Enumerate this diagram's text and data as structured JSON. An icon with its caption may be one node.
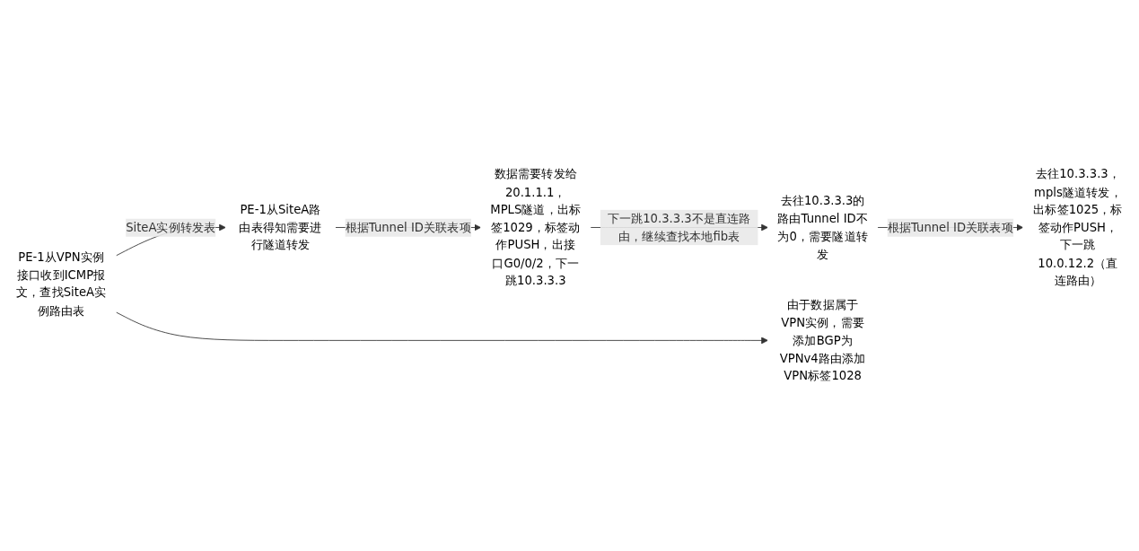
{
  "diagram": {
    "nodes": [
      {
        "text": [
          "PE-1从VPN实例接口收到ICMP报文，查找SiteA实例路由表"
        ]
      },
      {
        "text": [
          "PE-1从SiteA路由表得知需要进行隧道转发"
        ]
      },
      {
        "text": [
          "数据需要转发给20.1.1.1，MPLS隧道，出标签1029，标签动作PUSH，出接口G0/0/2，下一跳10.3.3.3"
        ]
      },
      {
        "text": [
          "去往10.3.3.3的路由Tunnel ID不为0，需要隧道转发"
        ]
      },
      {
        "text": [
          "去往10.3.3.3，mpls隧道转发，出标签1025，标签动作PUSH，下一跳10.0.12.2（直连路由）"
        ]
      },
      {
        "text": [
          "由于数据属于VPN实例，需要添加BGP为VPNv4路由添加VPN标签1028"
        ]
      }
    ],
    "edges": [
      {
        "from": 0,
        "to": 1,
        "arrow": "to",
        "label": "SiteA实例转发表"
      },
      {
        "from": 1,
        "to": 2,
        "arrow": "to",
        "label": "根据Tunnel ID关联表项"
      },
      {
        "from": 2,
        "to": 3,
        "arrow": "to",
        "label": "下一跳10.3.3.3不是直连路由，继续查找本地fib表"
      },
      {
        "from": 3,
        "to": 4,
        "arrow": "to",
        "label": "根据Tunnel ID关联表项"
      },
      {
        "from": 0,
        "to": 5,
        "arrow": "to"
      }
    ]
  }
}
